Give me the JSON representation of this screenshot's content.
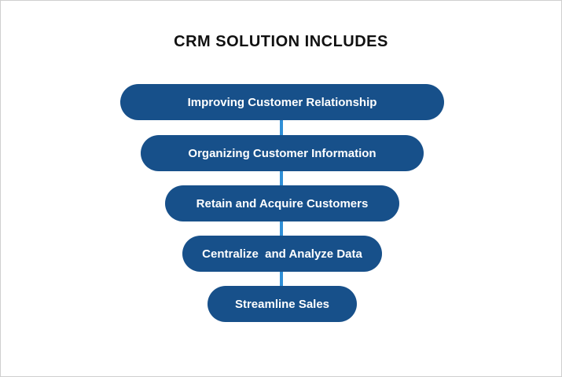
{
  "title": "CRM SOLUTION INCLUDES",
  "levels": [
    {
      "label": "Improving Customer Relationship"
    },
    {
      "label": "Organizing Customer Information"
    },
    {
      "label": "Retain and Acquire Customers"
    },
    {
      "label": "Centralize  and Analyze Data"
    },
    {
      "label": "Streamline Sales"
    }
  ],
  "colors": {
    "pill": "#17508a",
    "connector": "#2f8fd6",
    "title": "#111111"
  }
}
